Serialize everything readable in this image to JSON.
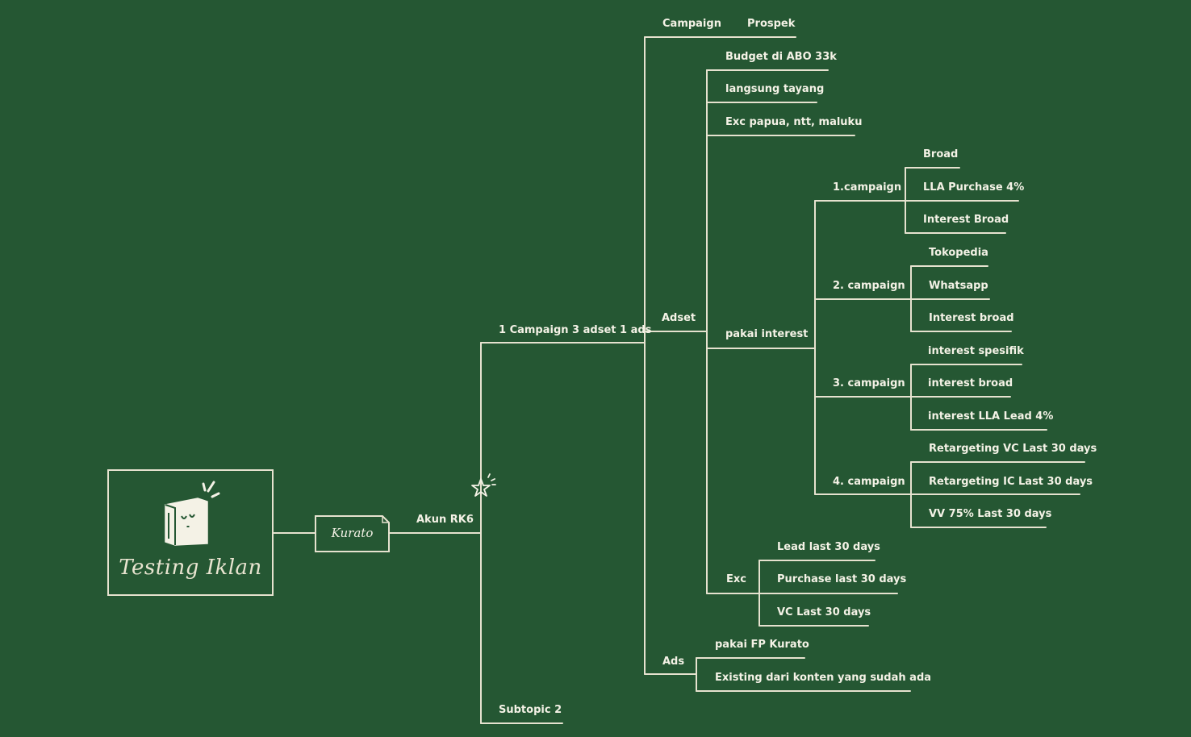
{
  "root": {
    "title": "Testing Iklan",
    "icon": "notebook-icon"
  },
  "kurato": {
    "label": "Kurato"
  },
  "marker": {
    "icon": "sparkle-star-icon"
  },
  "colors": {
    "background": "#255733",
    "line": "#e6e2cf",
    "text": "#f4f2e6"
  },
  "labels": {
    "akun": "Akun RK6",
    "campaign_structure": "1 Campaign 3 adset 1 ads",
    "subtopic2": "Subtopic 2",
    "campaign": "Campaign",
    "prospek": "Prospek",
    "adset": "Adset",
    "budget": "Budget di ABO 33k",
    "langsung": "langsung tayang",
    "exc_region": "Exc papua, ntt, maluku",
    "pakai_interest": "pakai interest",
    "c1": "1.campaign",
    "c1_broad": "Broad",
    "c1_lla": "LLA Purchase 4%",
    "c1_interest": "Interest Broad",
    "c2": "2. campaign",
    "c2_tokopedia": "Tokopedia",
    "c2_whatsapp": "Whatsapp",
    "c2_interest": "Interest broad",
    "c3": "3. campaign",
    "c3_spesifik": "interest spesifik",
    "c3_broad": "interest broad",
    "c3_lla": "interest LLA Lead 4%",
    "c4": "4. campaign",
    "c4_vc": "Retargeting VC Last 30 days",
    "c4_ic": "Retargeting IC Last 30 days",
    "c4_vv": "VV 75% Last 30 days",
    "exc": "Exc",
    "exc_lead": "Lead last 30 days",
    "exc_purchase": "Purchase last 30 days",
    "exc_vc": "VC Last 30 days",
    "ads": "Ads",
    "ads_fp": "pakai FP Kurato",
    "ads_existing": "Existing dari konten yang sudah ada"
  }
}
